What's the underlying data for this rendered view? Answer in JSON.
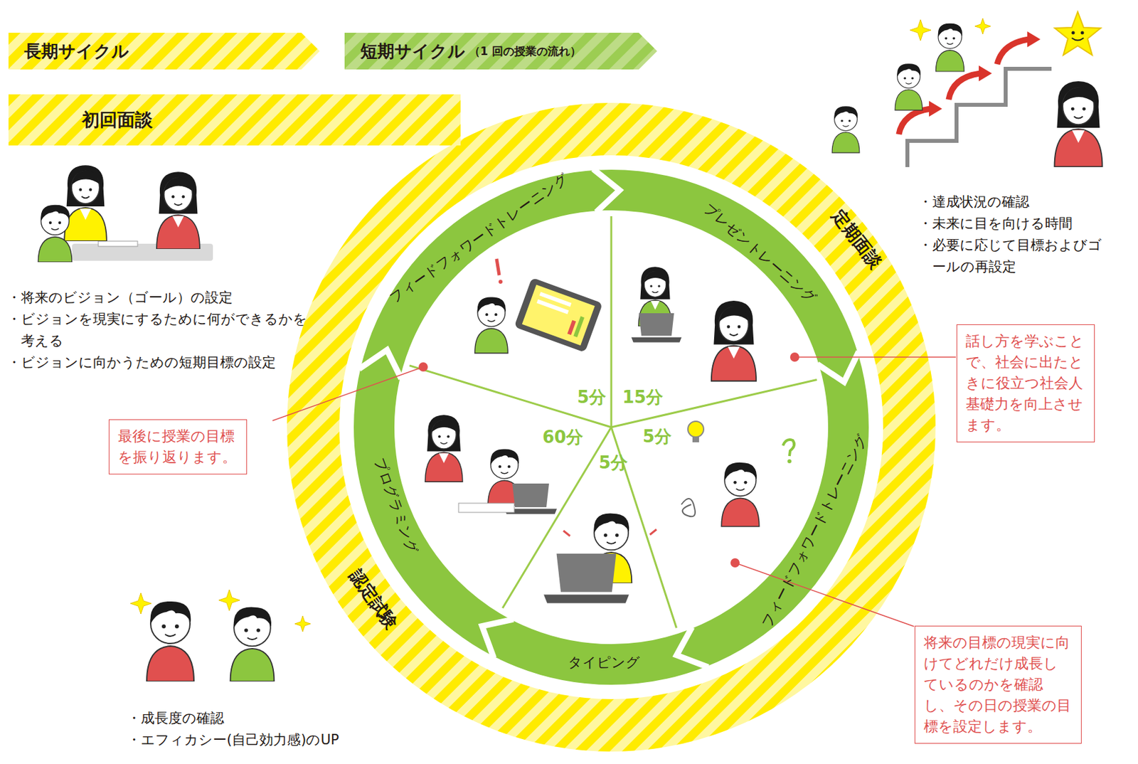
{
  "diagram": {
    "nodes": [
      {
        "text": [
          "長期サイクル"
        ]
      },
      {
        "text": [
          "短期サイクル",
          "（1 回の授業の流れ）"
        ]
      },
      {
        "text": [
          "初回面談"
        ]
      },
      {
        "text": [
          "最後に授業の目標を振り返ります。"
        ]
      },
      {
        "text": [
          "話し方を学ぶことで、社会に出たときに役立つ社会人基礎力を向上させます。"
        ]
      },
      {
        "text": [
          "将来の目標の現実に向けてどれだけ成長しているのかを確認し、その日の授業の目標を設定します。"
        ]
      }
    ],
    "labels": [
      "・将来のビジョン（ゴール）の設定",
      "・ビジョンを現実にするために何ができるかを考える",
      "・ビジョンに向かうための短期目標の設定",
      "・達成状況の確認",
      "・未来に目を向ける時間",
      "・必要に応じて目標およびゴールの再設定",
      "フィードフォワードトレーニング",
      "プレゼントレーニング",
      "5分",
      "15分",
      "60分",
      "5分",
      "5分",
      "定期面談",
      "フィードフォワードトレーニング",
      "プログラミング",
      "タイピング",
      "認定試験",
      "・成長度の確認",
      "・エフィカシー(自己効力感)のUP"
    ]
  }
}
